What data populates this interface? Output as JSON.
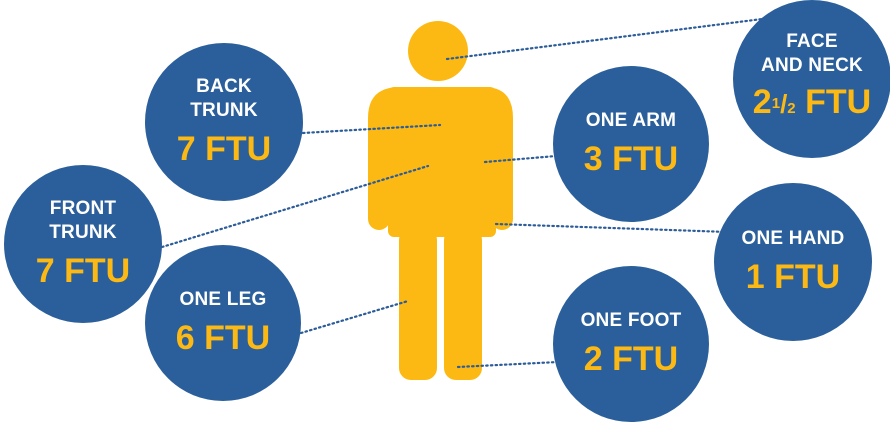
{
  "colors": {
    "figure": "#FDB913",
    "bubble": "#2B5F9B",
    "connector": "#2C5C99",
    "label_text": "#FFFFFF",
    "value_text": "#FDB913"
  },
  "bubbles": {
    "face_neck": {
      "label_line1": "FACE",
      "label_line2": "AND NECK",
      "value_whole": "2",
      "value_frac_num": "1",
      "value_frac_den": "2",
      "value_unit": "FTU"
    },
    "back_trunk": {
      "label_line1": "BACK",
      "label_line2": "TRUNK",
      "value": "7 FTU"
    },
    "front_trunk": {
      "label_line1": "FRONT",
      "label_line2": "TRUNK",
      "value": "7 FTU"
    },
    "one_arm": {
      "label": "ONE ARM",
      "value": "3 FTU"
    },
    "one_hand": {
      "label": "ONE HAND",
      "value": "1 FTU"
    },
    "one_leg": {
      "label": "ONE LEG",
      "value": "6 FTU"
    },
    "one_foot": {
      "label": "ONE FOOT",
      "value": "2 FTU"
    }
  }
}
